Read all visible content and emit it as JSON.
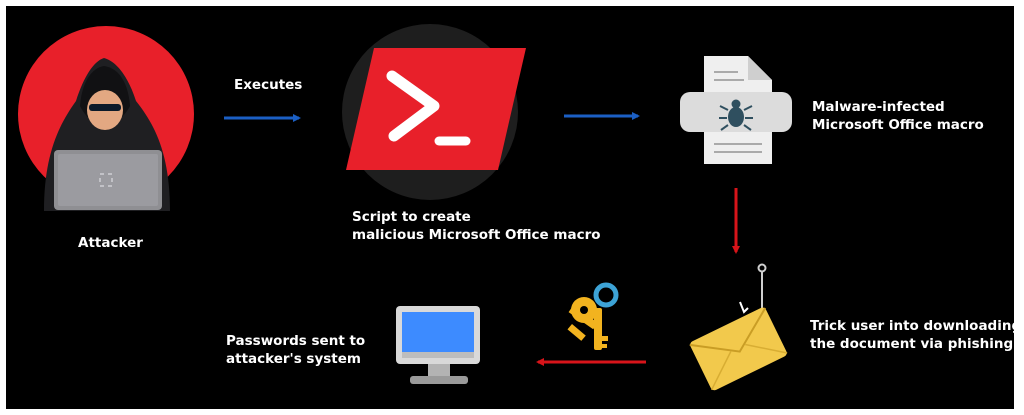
{
  "diagram": {
    "nodes": {
      "attacker": {
        "label": "Attacker",
        "icon": "hooded-hacker-icon"
      },
      "script": {
        "label_lines": [
          "Script to create",
          "malicious Microsoft Office macro"
        ],
        "icon": "powershell-icon"
      },
      "macro": {
        "label_lines": [
          "Malware-infected",
          "Microsoft Office macro"
        ],
        "icon": "infected-document-icon"
      },
      "phishing": {
        "label_lines": [
          "Trick user into downloading",
          "the document via phishing"
        ],
        "icon": "phishing-envelope-icon"
      },
      "passwords": {
        "label_lines": [
          "Passwords sent to",
          "attacker's system"
        ],
        "icon": "desktop-monitor-icon"
      },
      "keys": {
        "icon": "keys-icon"
      }
    },
    "edges": [
      {
        "from": "attacker",
        "to": "script",
        "label": "Executes",
        "color": "#1b5fc4"
      },
      {
        "from": "script",
        "to": "macro",
        "label": "",
        "color": "#1b5fc4"
      },
      {
        "from": "macro",
        "to": "phishing",
        "label": "",
        "color": "#d8141a"
      },
      {
        "from": "phishing",
        "to": "passwords",
        "label": "",
        "color": "#d8141a"
      }
    ],
    "colors": {
      "background": "#000000",
      "attacker_circle": "#e8202a",
      "powershell": "#e8202a",
      "envelope": "#f2c94c",
      "key": "#f2b31f",
      "key_ring": "#3da3d6",
      "monitor_screen": "#3d8bff"
    }
  }
}
